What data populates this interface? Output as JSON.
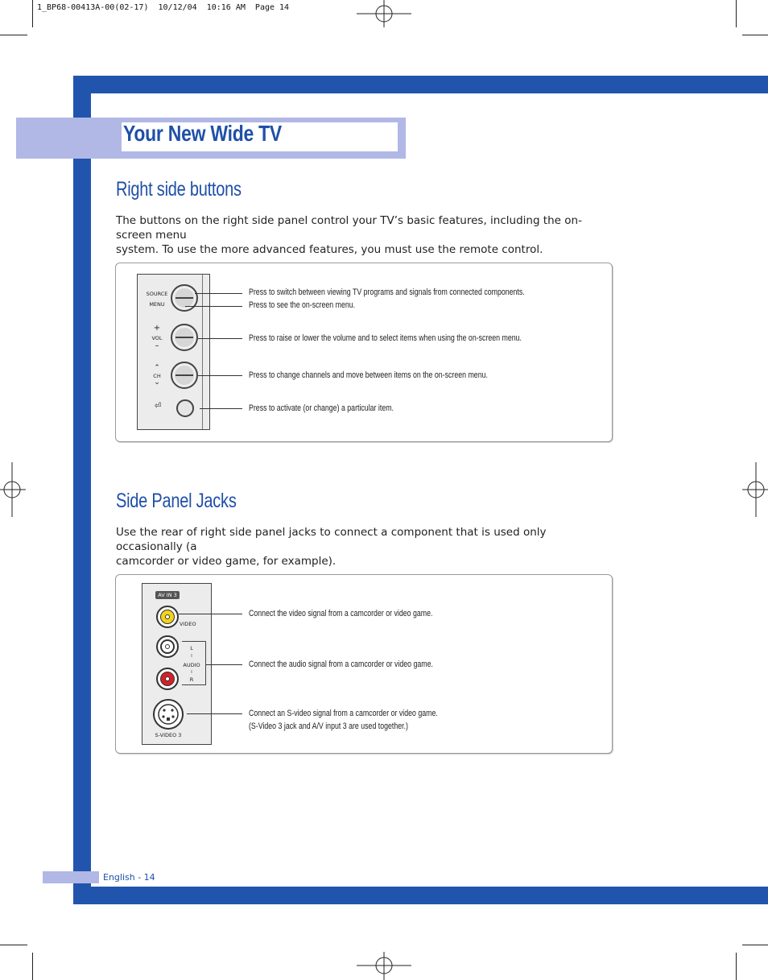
{
  "print_header": "1_BP68-00413A-00(02-17)  10/12/04  10:16 AM  Page 14",
  "page_title": "Your New Wide TV",
  "right_side_buttons": {
    "heading": "Right side buttons",
    "paragraph_line1": "The buttons on the right side panel control your TV’s basic features, including the on-screen menu",
    "paragraph_line2": "system. To use the more advanced features, you must use the remote control.",
    "panel_labels": {
      "source": "SOURCE",
      "menu": "MENU",
      "vol_plus": "+",
      "vol": "VOL",
      "vol_minus": "–",
      "ch_up": "⌃",
      "ch": "CH",
      "ch_down": "⌄",
      "enter_glyph": "⏎"
    },
    "callouts": [
      "Press to switch between viewing TV programs and signals from connected components.",
      "Press to see the on-screen menu.",
      "Press to raise or lower the volume and to select items when using the on-screen menu.",
      "Press to change channels and move between items on the on-screen menu.",
      "Press to activate (or change) a particular item."
    ]
  },
  "side_panel_jacks": {
    "heading": "Side Panel Jacks",
    "paragraph_line1": "Use the rear of right side panel jacks to connect a component that is used only occasionally (a",
    "paragraph_line2": "camcorder or video game, for example).",
    "panel_labels": {
      "av_in": "AV IN 3",
      "video": "VIDEO",
      "l": "L",
      "audio": "AUDIO",
      "r": "R",
      "svideo": "S-VIDEO 3"
    },
    "callouts": [
      "Connect the video signal from a camcorder or video game.",
      "Connect the audio signal from a camcorder or video game.",
      "Connect an S-video signal from a camcorder or video game.",
      "(S-Video 3 jack and A/V input 3 are used together.)"
    ],
    "jack_colors": {
      "video": "#f2d21b",
      "audio_l": "#ffffff",
      "audio_r": "#d4202a"
    }
  },
  "footer": {
    "page_label": "English - 14"
  },
  "colors": {
    "brand_blue": "#2155ad",
    "band_lavender": "#b1b8e6",
    "heading_blue": "#1f4fa8"
  }
}
